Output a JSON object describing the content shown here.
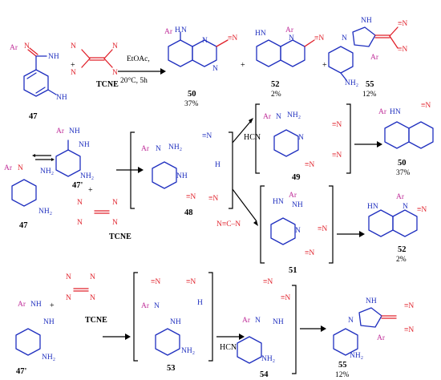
{
  "colors": {
    "blue": "#1f2fbf",
    "red": "#e0202a",
    "magenta": "#c0309a",
    "black": "#000000"
  },
  "groups": {
    "ar": "Ar",
    "nh": "NH",
    "nh2": "NH",
    "nh2b": "NH₂",
    "hn": "HN",
    "h": "H",
    "n": "N",
    "cn": "≡N",
    "ar_n": "Ar–N",
    "ar_nh": "Ar–NH",
    "n_c_n": "N≡C–N"
  },
  "reagents": {
    "tcne": "TCNE",
    "hcn": "HCN",
    "plus": "+"
  },
  "conditions": {
    "solvent": "EtOAc,",
    "temp_time": "20°C, 5h"
  },
  "labels": {
    "c47": "47",
    "c47p": "47'",
    "c48": "48",
    "c49": "49",
    "c50": "50",
    "c51": "51",
    "c52": "52",
    "c53": "53",
    "c54": "54",
    "c55": "55"
  },
  "yields": {
    "p50": "37%",
    "p52": "2%",
    "p55": "12%"
  }
}
